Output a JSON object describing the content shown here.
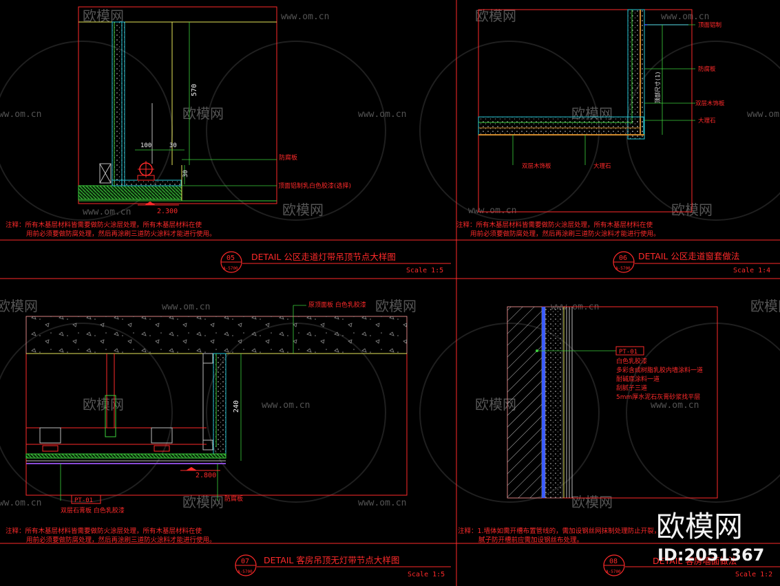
{
  "panels": {
    "p05": {
      "dims": [
        "570",
        "100",
        "30",
        "30"
      ],
      "labels": [
        "防腐板",
        "顶面铝制乳白色胶漆(选择)"
      ],
      "level": "2.300",
      "note": [
        "注释：所有木基层材料皆需要做防火涂层处理，所有木基层材料在使",
        "用前必须要做防腐处理，然后再涂刷三道防火涂料才能进行使用。"
      ],
      "title_no": "05",
      "title_ref": "A-5700",
      "title": "DETAIL 公区走道灯带吊顶节点大样图",
      "scale": "Scale 1:5"
    },
    "p06": {
      "dims": [
        "顶部尺寸(1)"
      ],
      "labels": [
        "顶面铝制",
        "防腐板",
        "双层木饰板",
        "大理石",
        "双层木饰板",
        "大理石"
      ],
      "note": [
        "注释：所有木基层材料皆需要做防火涂层处理，所有木基层材料在使",
        "用前必须要做防腐处理，然后再涂刷三道防火涂料才能进行使用。"
      ],
      "title_no": "06",
      "title_ref": "A-5700",
      "title": "DETAIL 公区走道窗套做法",
      "scale": "Scale 1:4"
    },
    "p07": {
      "dims": [
        "240"
      ],
      "labels": [
        "原顶面板 白色乳胶漆",
        "双层石膏板 白色乳胶漆",
        "防腐板"
      ],
      "tag": "PT-01",
      "level": "2.800",
      "note": [
        "注释：所有木基层材料皆需要做防火涂层处理，所有木基层材料在使",
        "用前必须要做防腐处理，然后再涂刷三道防火涂料才能进行使用。"
      ],
      "title_no": "07",
      "title_ref": "A-5700",
      "title": "DETAIL 客房吊顶无灯带节点大样图",
      "scale": "Scale 1:5"
    },
    "p08": {
      "tag": "PT-01",
      "spec": [
        "白色乳胶漆",
        "多彩含成树脂乳胶内墙涂料一道",
        "耐碱底涂料一道",
        "刮腻子三道",
        "5mm厚水泥石灰膏砂浆找平层"
      ],
      "note": [
        "注释：1.墙体如需开槽布置管线的，需加设钢丝网抹制处理防止开裂，",
        "腻子防开槽前应需加设钢丝布处理。"
      ],
      "title_no": "08",
      "title_ref": "A-5700",
      "title": "DETAIL 客房墙面做法",
      "scale": "Scale 1:2"
    }
  },
  "watermark": {
    "brand": "欧模网",
    "site": "www.om.cn",
    "big_brand": "欧模网",
    "id": "ID:2051367"
  },
  "colors": {
    "frame": "#ff2a2a",
    "green": "#3dd23d",
    "cyan": "#27c9d8",
    "yellow": "#e6e65a",
    "orange": "#d08a2c",
    "purple": "#8a4bd8"
  }
}
